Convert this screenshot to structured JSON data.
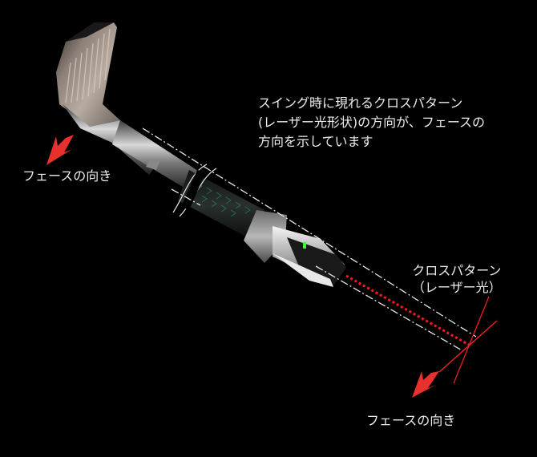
{
  "description": {
    "lines": [
      "スイング時に現れるクロスパターン",
      "(レーザー光形状)の方向が、フェースの",
      "方向を示しています"
    ]
  },
  "labels": {
    "face_direction_club": "フェースの向き",
    "face_direction_laser": "フェースの向き",
    "cross_pattern_line1": "クロスパターン",
    "cross_pattern_line2": "（レーザー光）"
  },
  "colors": {
    "background": "#000000",
    "arrow": "#e8302c",
    "laser": "#ff1a1a",
    "text": "#ececec",
    "grip_accent": "#1fa07a",
    "led": "#3cff3c"
  },
  "icons": {
    "arrow_face_club": "arrow-down-left-icon",
    "arrow_face_laser": "arrow-down-left-icon",
    "break_mark": "shaft-break-icon"
  }
}
